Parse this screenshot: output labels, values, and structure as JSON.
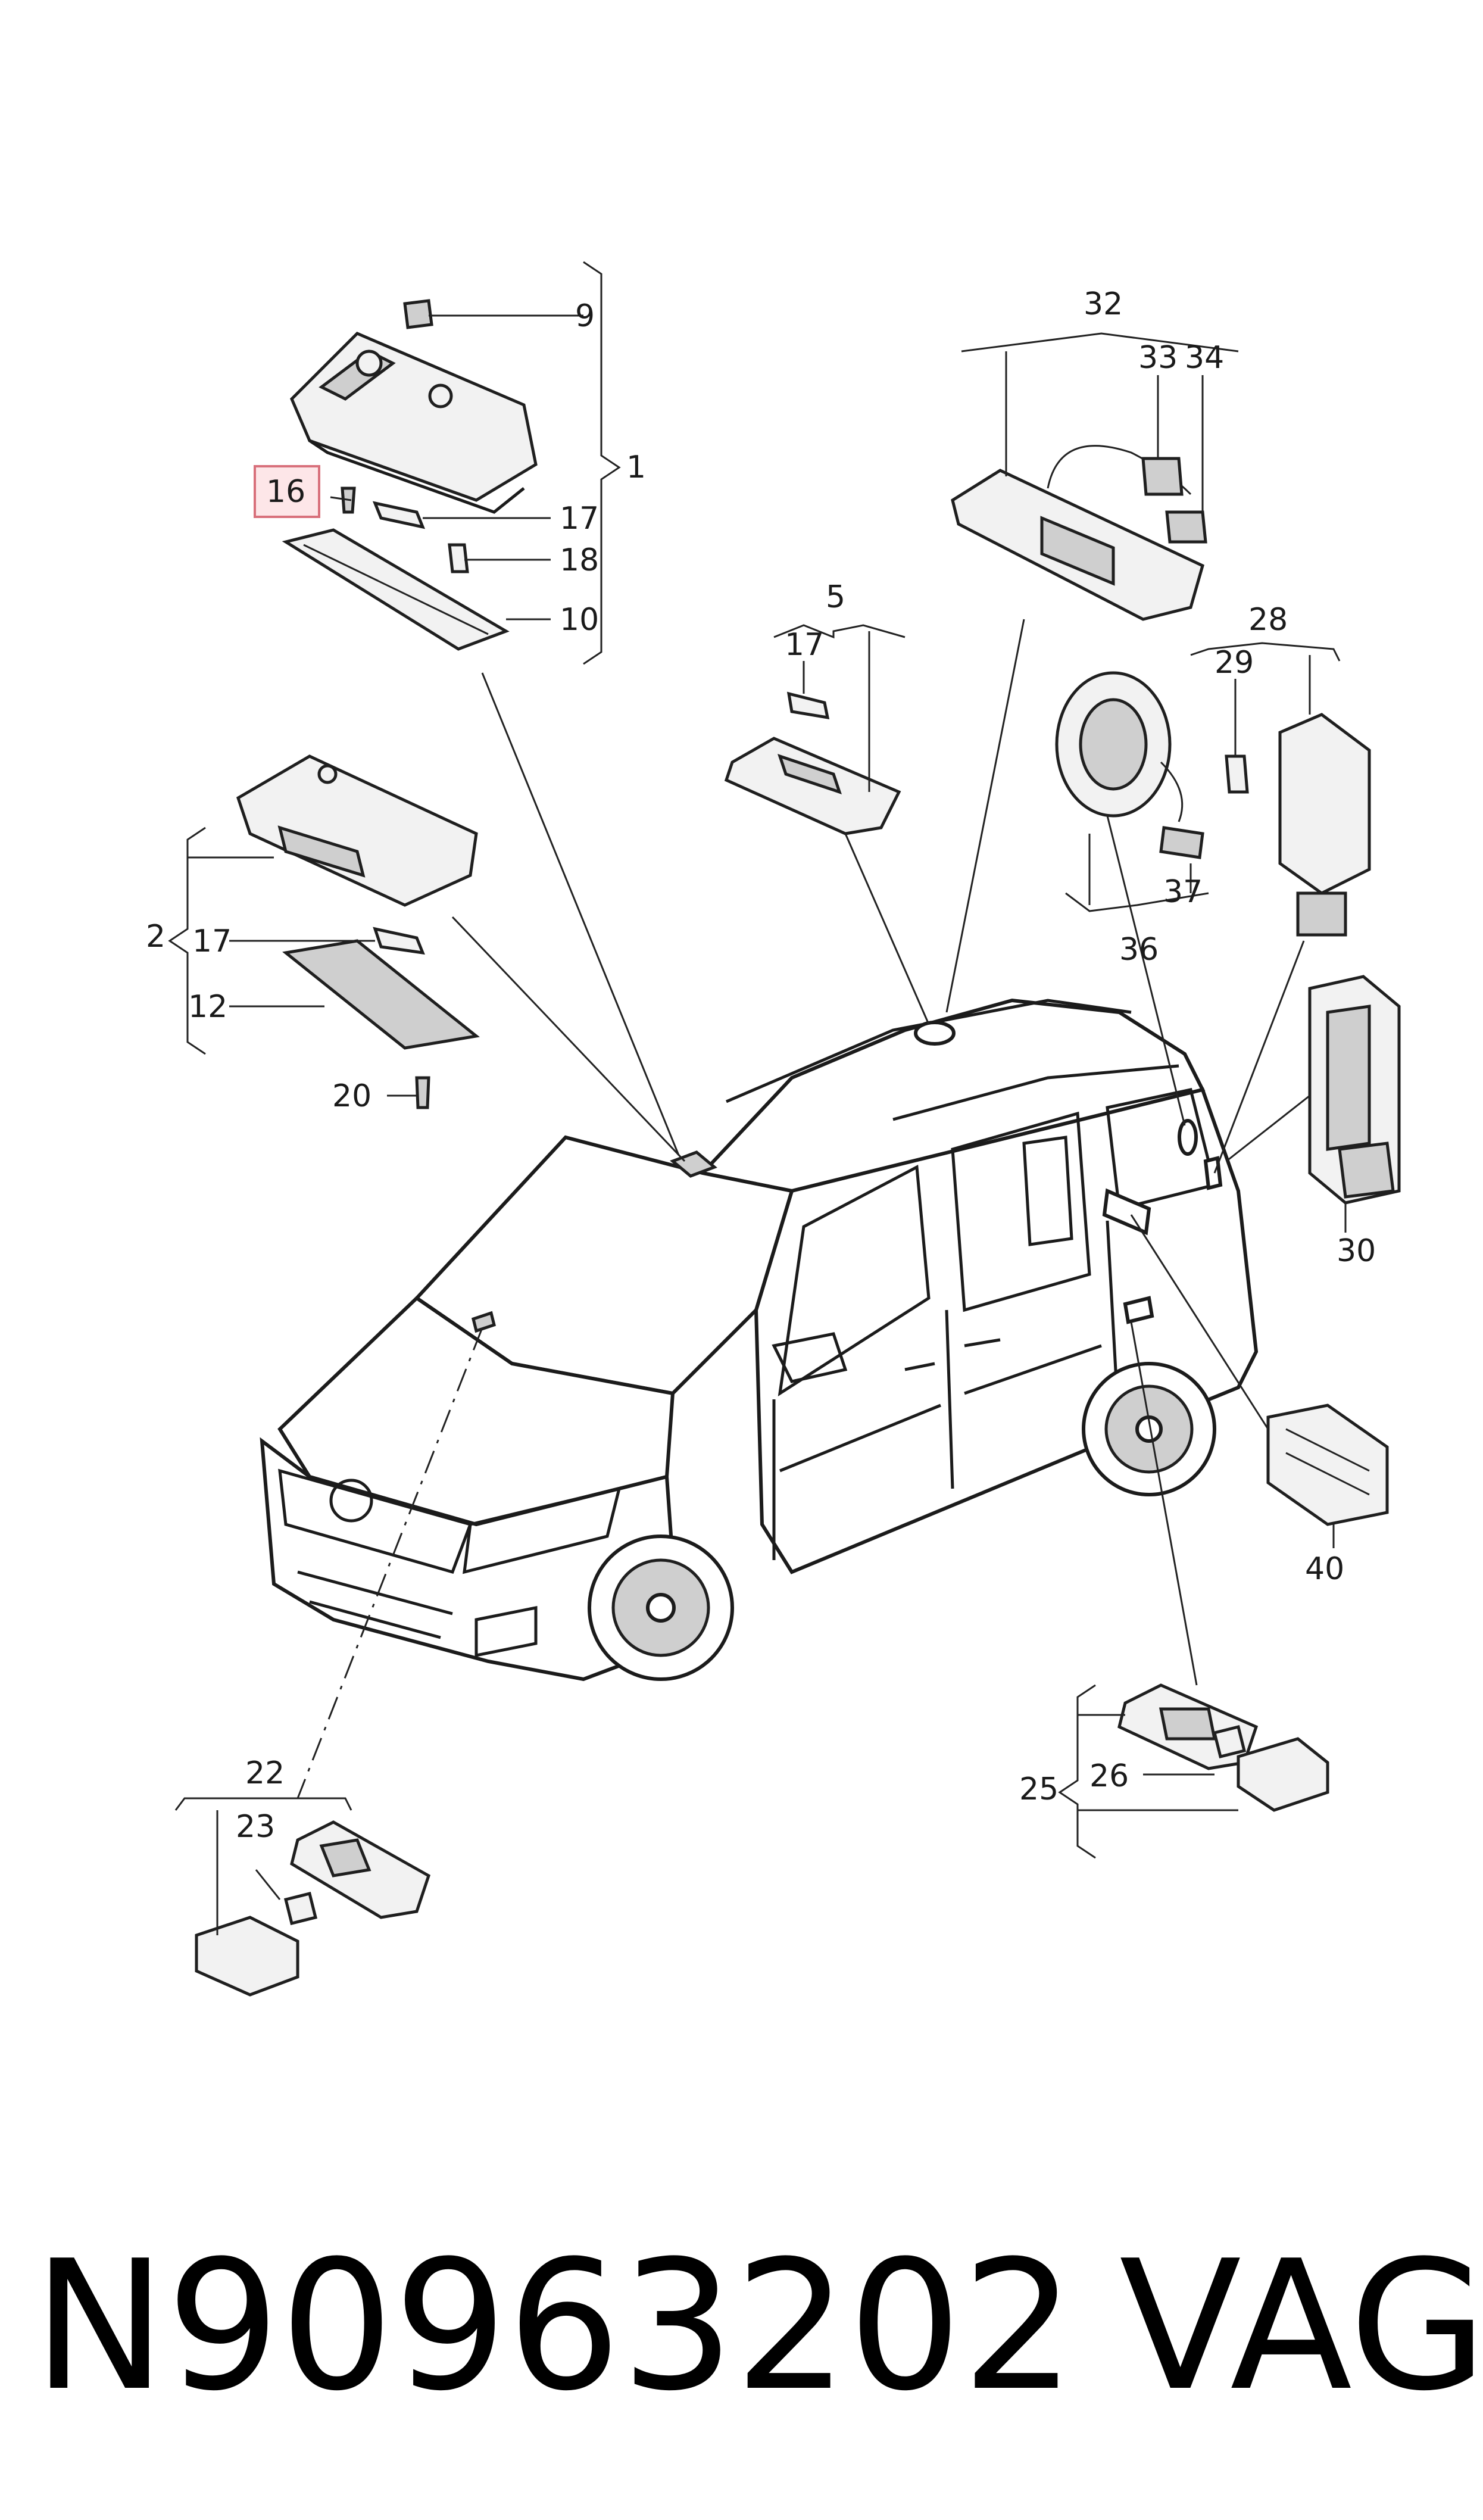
{
  "diagram": {
    "part_number": "N90963202",
    "brand": "VAG",
    "highlighted_callout": "16",
    "callouts": {
      "c1": "1",
      "c2": "2",
      "c5": "5",
      "c9": "9",
      "c10": "10",
      "c12": "12",
      "c16": "16",
      "c17a": "17",
      "c17b": "17",
      "c17c": "17",
      "c18": "18",
      "c20": "20",
      "c22": "22",
      "c23": "23",
      "c25": "25",
      "c26": "26",
      "c28": "28",
      "c29": "29",
      "c30": "30",
      "c32": "32",
      "c33": "33",
      "c34": "34",
      "c36": "36",
      "c37": "37",
      "c40": "40"
    }
  }
}
